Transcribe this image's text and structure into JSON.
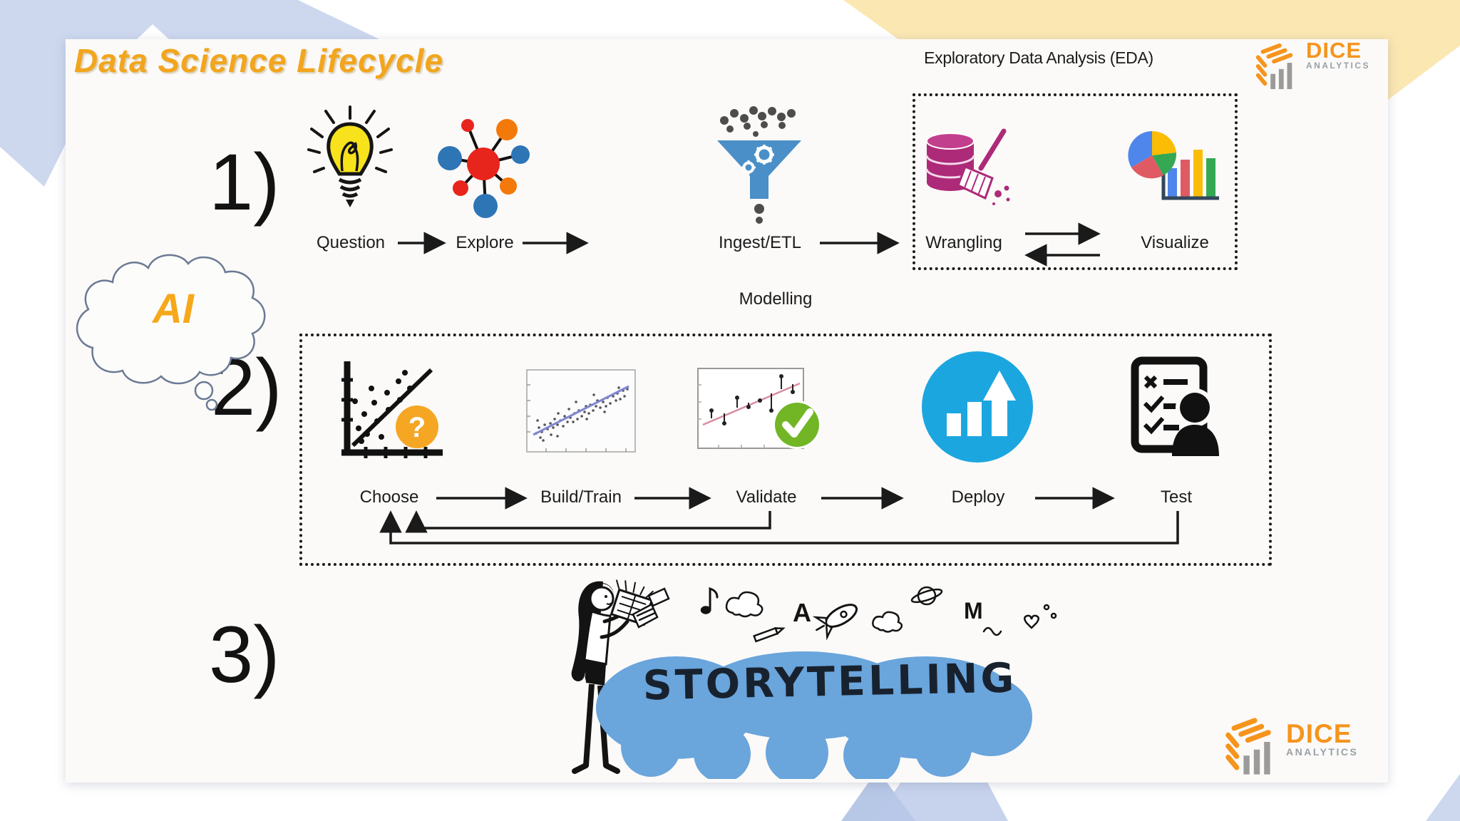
{
  "slide": {
    "title": "Data Science Lifecycle",
    "ai_bubble_label": "AI",
    "eda_box_label": "Exploratory Data Analysis (EDA)",
    "modelling_box_label": "Modelling",
    "rows": {
      "row1": {
        "number": "1)",
        "steps": [
          {
            "label": "Question",
            "icon": "lightbulb-icon"
          },
          {
            "label": "Explore",
            "icon": "network-graph-icon"
          },
          {
            "label": "Ingest/ETL",
            "icon": "funnel-gears-icon"
          },
          {
            "label": "Wrangling",
            "icon": "database-broom-icon"
          },
          {
            "label": "Visualize",
            "icon": "pie-bar-chart-icon"
          }
        ]
      },
      "row2": {
        "number": "2)",
        "steps": [
          {
            "label": "Choose",
            "icon": "scatter-question-icon"
          },
          {
            "label": "Build/Train",
            "icon": "scatter-trend-icon"
          },
          {
            "label": "Validate",
            "icon": "fit-check-icon"
          },
          {
            "label": "Deploy",
            "icon": "bars-up-arrow-icon"
          },
          {
            "label": "Test",
            "icon": "checklist-person-icon"
          }
        ]
      },
      "row3": {
        "number": "3)",
        "label": "STORYTELLING",
        "icon": "storytelling-illustration"
      }
    },
    "badges": {
      "choose_question_mark": "?"
    },
    "doodle_letters": {
      "a": "A",
      "m": "M"
    },
    "logo": {
      "name": "DICE",
      "subtitle": "ANALYTICS"
    }
  },
  "colors": {
    "title_orange": "#f2a51d",
    "ai_orange": "#f6a81b",
    "text_black": "#1b1b1b",
    "funnel_blue": "#4a8fc7",
    "wrangling_magenta": "#ad2a78",
    "deploy_blue": "#1ca6e0",
    "choose_badge_orange": "#f5a623",
    "validate_badge_green": "#72b626",
    "storytelling_blob_blue": "#6aa5dc",
    "logo_orange": "#f6941d",
    "logo_gray": "#9b9b9b",
    "decor_blue": "#cdd8ef",
    "decor_yellow": "#fbe7b2"
  }
}
